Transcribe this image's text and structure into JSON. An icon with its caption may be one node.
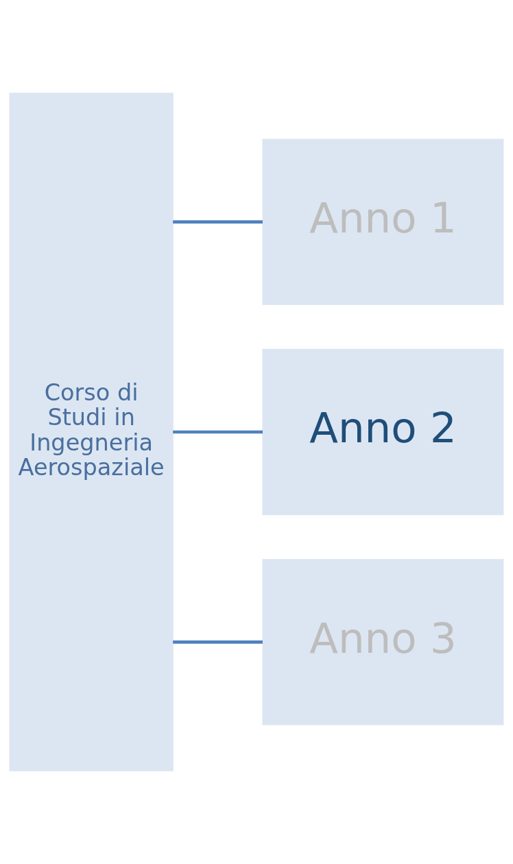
{
  "diagram": {
    "nodes": [
      {
        "text": [
          "Corso di Studi in Ingegneria Aerospaziale"
        ]
      },
      {
        "text": [
          "Anno 1"
        ]
      },
      {
        "text": [
          "Anno 2"
        ]
      },
      {
        "text": [
          "Anno 3"
        ]
      }
    ],
    "edges": [
      {
        "from": 0,
        "to": 1,
        "arrow": "none"
      },
      {
        "from": 0,
        "to": 2,
        "arrow": "none"
      },
      {
        "from": 0,
        "to": 3,
        "arrow": "none"
      }
    ]
  }
}
